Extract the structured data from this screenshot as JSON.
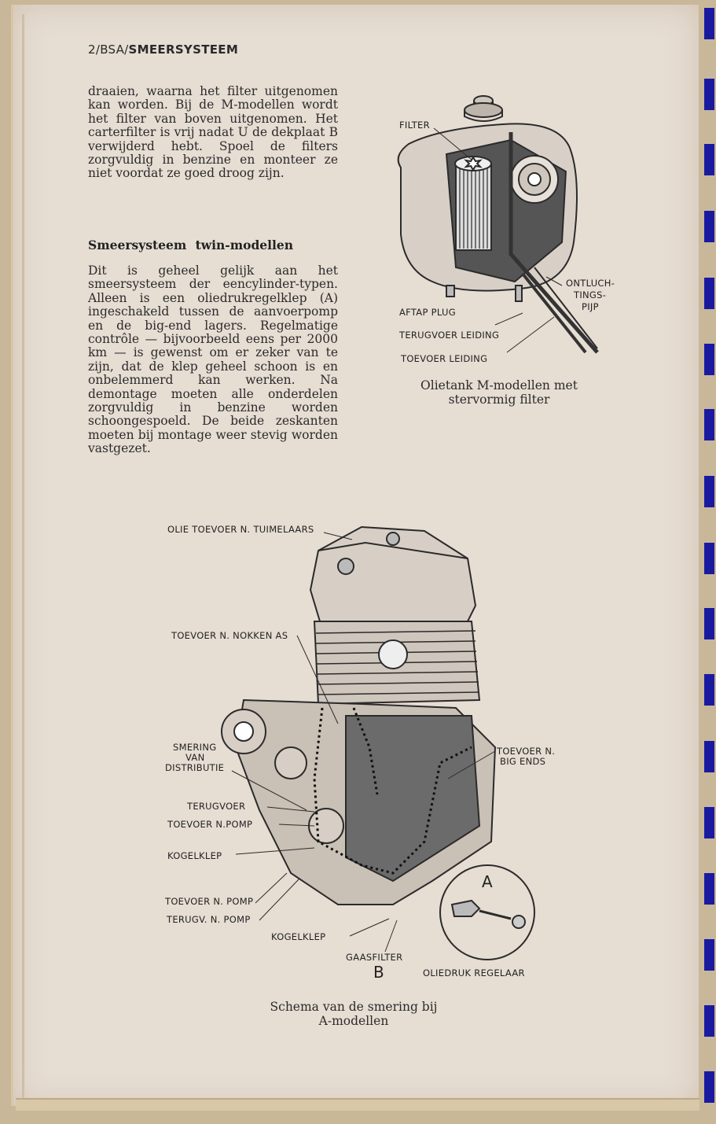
{
  "header": {
    "prefix": "2/BSA/",
    "section": "SMEERSYSTEEM"
  },
  "paragraph1": "draaien, waarna het filter uitgenomen kan worden. Bij de M-modellen wordt het filter van boven uitgenomen. Het carterfilter is vrij nadat U de dekplaat B verwijderd hebt. Spoel de filters zorgvuldig in benzine en monteer ze niet voordat ze goed droog zijn.",
  "heading": "Smeersysteem twin-modellen",
  "paragraph2": "Dit is geheel gelijk aan het smeersysteem der eencylinder-typen. Alleen is een oliedrukregelklep (A) ingeschakeld tussen de aanvoerpomp en de big-end lagers. Regelmatige contrôle — bijvoorbeeld eens per 2000 km — is gewenst om er zeker van te zijn, dat de klep geheel schoon is en onbelemmerd kan werken. Na demontage moeten alle onderdelen zorgvuldig in benzine worden schoongespoeld. De beide zeskanten moeten bij montage weer stevig worden vastgezet.",
  "figure1": {
    "labels": {
      "filter": "FILTER",
      "vent1": "ONTLUCH-",
      "vent2": "TINGS-",
      "vent3": "PIJP",
      "drain": "AFTAP PLUG",
      "return": "TERUGVOER LEIDING",
      "feed": "TOEVOER LEIDING"
    },
    "caption_line1": "Olietank M-modellen met",
    "caption_line2": "stervormig filter"
  },
  "figure2": {
    "labels": {
      "rockers": "OLIE TOEVOER N. TUIMELAARS",
      "camshaft": "TOEVOER N. NOKKEN AS",
      "timing1": "SMERING",
      "timing2": "VAN",
      "timing3": "DISTRIBUTIE",
      "bigends1": "TOEVOER N.",
      "bigends2": "BIG ENDS",
      "return": "TERUGVOER",
      "feed_pump": "TOEVOER N.POMP",
      "ball_valve": "KOGELKLEP",
      "feed_pump2": "TOEVOER N. POMP",
      "return_pump": "TERUGV. N. POMP",
      "ball_valve2": "KOGELKLEP",
      "gauze": "GAASFILTER",
      "b": "B",
      "a": "A",
      "regulator": "OLIEDRUK REGELAAR"
    },
    "caption_line1": "Schema van de smering bij",
    "caption_line2": "A-modellen"
  },
  "colors": {
    "paper": "#e6ddd3",
    "tab": "#1a1aa0",
    "ink": "#2b2b2b"
  }
}
